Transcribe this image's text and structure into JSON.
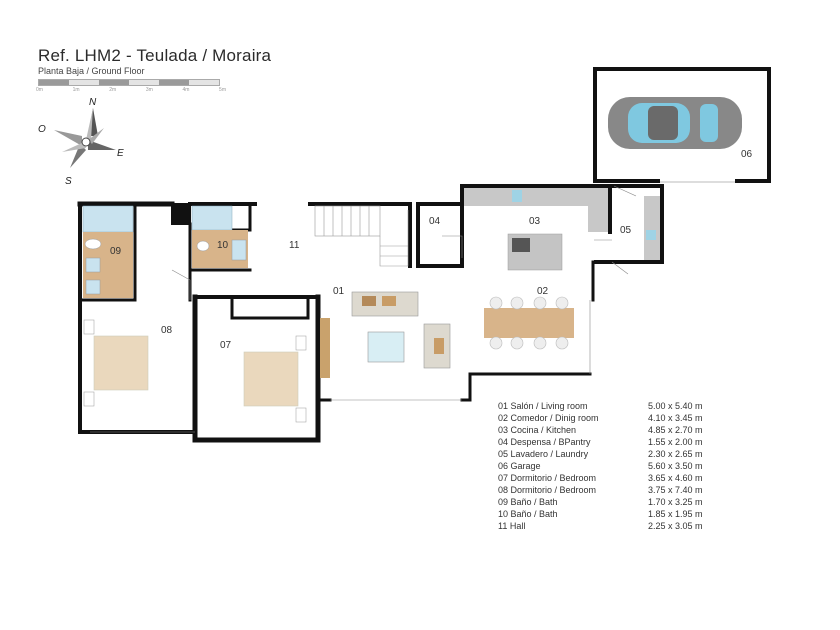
{
  "header": {
    "title": "Ref. LHM2 - Teulada / Moraira",
    "subtitle": "Planta Baja / Ground Floor"
  },
  "scale": {
    "labels": [
      "0m",
      "1m",
      "2m",
      "3m",
      "4m",
      "5m"
    ]
  },
  "compass": {
    "north": "N",
    "west": "O",
    "east": "E",
    "south": "S"
  },
  "rooms": {
    "r01": "01",
    "r02": "02",
    "r03": "03",
    "r04": "04",
    "r05": "05",
    "r06": "06",
    "r07": "07",
    "r08": "08",
    "r09": "09",
    "r10": "10",
    "r11": "11"
  },
  "legend": [
    {
      "name": "01 Salón / Living room",
      "size": "5.00 x 5.40 m"
    },
    {
      "name": "02 Comedor / Dinig room",
      "size": "4.10 x 3.45 m"
    },
    {
      "name": "03 Cocina / Kitchen",
      "size": "4.85 x 2.70 m"
    },
    {
      "name": "04 Despensa / BPantry",
      "size": "1.55 x 2.00 m"
    },
    {
      "name": "05 Lavadero / Laundry",
      "size": "2.30 x 2.65 m"
    },
    {
      "name": "06 Garage",
      "size": "5.60 x 3.50 m"
    },
    {
      "name": "07 Dormitorio / Bedroom",
      "size": "3.65 x 4.60 m"
    },
    {
      "name": "08 Dormitorio / Bedroom",
      "size": "3.75 x 7.40 m"
    },
    {
      "name": "09 Baño / Bath",
      "size": "1.70 x 3.25 m"
    },
    {
      "name": "10 Baño / Bath",
      "size": "1.85 x 1.95 m"
    },
    {
      "name": "11 Hall",
      "size": "2.25 x 3.05 m"
    }
  ],
  "colors": {
    "wall": "#111111",
    "tile_blue": "#c9e3ef",
    "wood": "#d8b48a",
    "sofa": "#ddd9cf",
    "counter": "#c8c8c8",
    "car_body": "#8a8a8a",
    "car_glass": "#7fc8e0"
  }
}
